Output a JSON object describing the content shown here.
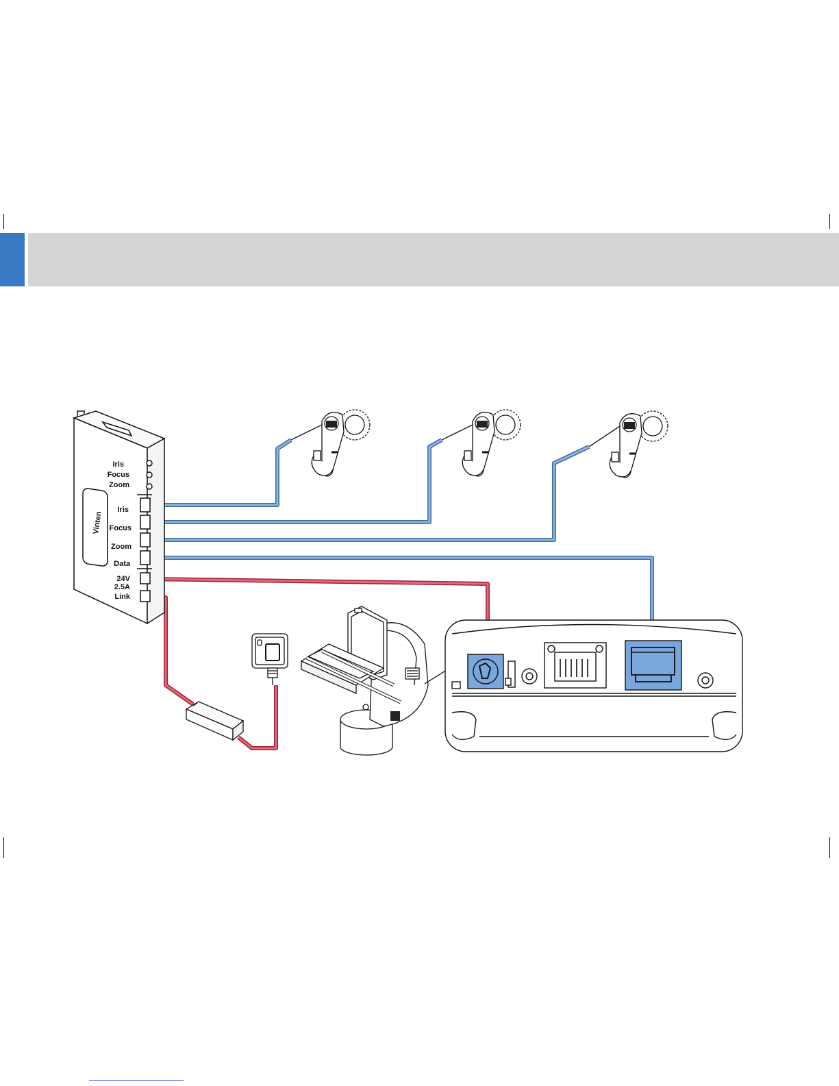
{
  "colors": {
    "accent": "#3a79c3",
    "header_bar": "#d5d5d5",
    "data_cable": "#6c98cf",
    "power_cable": "#d84a5e",
    "port_highlight": "#5b8fd0"
  },
  "controller": {
    "logo_text": "Vinten",
    "led_labels": [
      "Iris",
      "Focus",
      "Zoom"
    ],
    "port_labels": [
      "Iris",
      "Focus",
      "Zoom",
      "Data"
    ],
    "power_label": [
      "24V",
      "2.5A"
    ],
    "link_label": "Link"
  },
  "motors": [
    "lens-motor-iris",
    "lens-motor-focus",
    "lens-motor-zoom"
  ],
  "icons": [
    "power-outlet-icon",
    "power-adapter-icon",
    "pan-tilt-head-icon",
    "rear-panel-detail-icon"
  ]
}
